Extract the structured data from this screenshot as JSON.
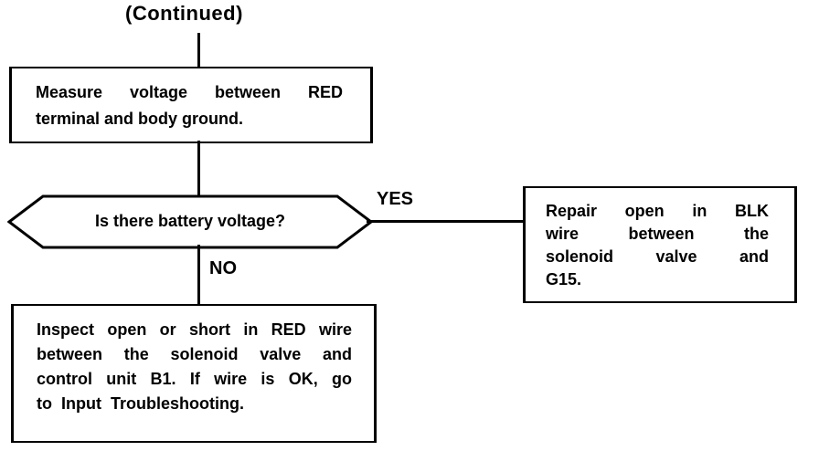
{
  "title": "(Continued)",
  "labels": {
    "yes": "YES",
    "no": "NO"
  },
  "colors": {
    "background": "#ffffff",
    "ink": "#000000"
  },
  "nodes": {
    "measure": {
      "type": "process",
      "lines": [
        "Measure voltage between RED",
        "terminal and body ground."
      ]
    },
    "decision": {
      "type": "decision",
      "text": "Is there battery voltage?"
    },
    "repair": {
      "type": "action",
      "lines": [
        "Repair open in BLK",
        "wire between the",
        "solenoid valve and",
        "G15."
      ]
    },
    "inspect": {
      "type": "action",
      "lines": [
        "Inspect open or short in RED wire",
        "between the solenoid valve and",
        "control unit B1. If wire is OK, go",
        "to Input Troubleshooting."
      ]
    }
  }
}
